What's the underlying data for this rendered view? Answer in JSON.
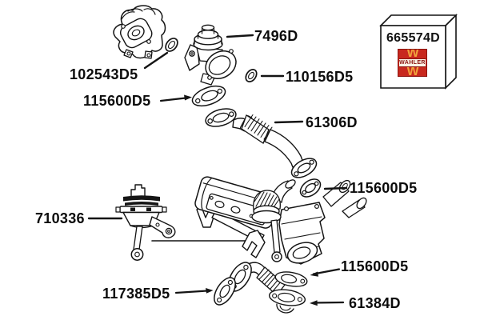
{
  "diagram": {
    "type": "parts-catalog-exploded-view",
    "subject": "EGR valve and cooler assembly",
    "background": "#ffffff",
    "line_color": "#141414",
    "labels": [
      {
        "text": "7496D",
        "part": "egr-valve"
      },
      {
        "text": "102543D5",
        "part": "o-ring-upper"
      },
      {
        "text": "110156D5",
        "part": "o-ring-lower"
      },
      {
        "text": "115600D5",
        "part": "gasket-top"
      },
      {
        "text": "61306D",
        "part": "upper-egr-pipe"
      },
      {
        "text": "115600D5",
        "part": "gasket-middle"
      },
      {
        "text": "710336",
        "part": "vacuum-actuator"
      },
      {
        "text": "115600D5",
        "part": "gasket-bottom"
      },
      {
        "text": "117385D5",
        "part": "gasket-lower-pipe"
      },
      {
        "text": "61384D",
        "part": "lower-egr-pipe"
      }
    ],
    "brand_box": {
      "part_number": "665574D",
      "brand_name": "WAHLER",
      "logo_monogram": "W",
      "colors": {
        "logo_red": "#c8281e",
        "logo_orange": "#f0a23c",
        "logo_band": "#faf3e6",
        "logo_text": "#8c1410"
      }
    }
  }
}
